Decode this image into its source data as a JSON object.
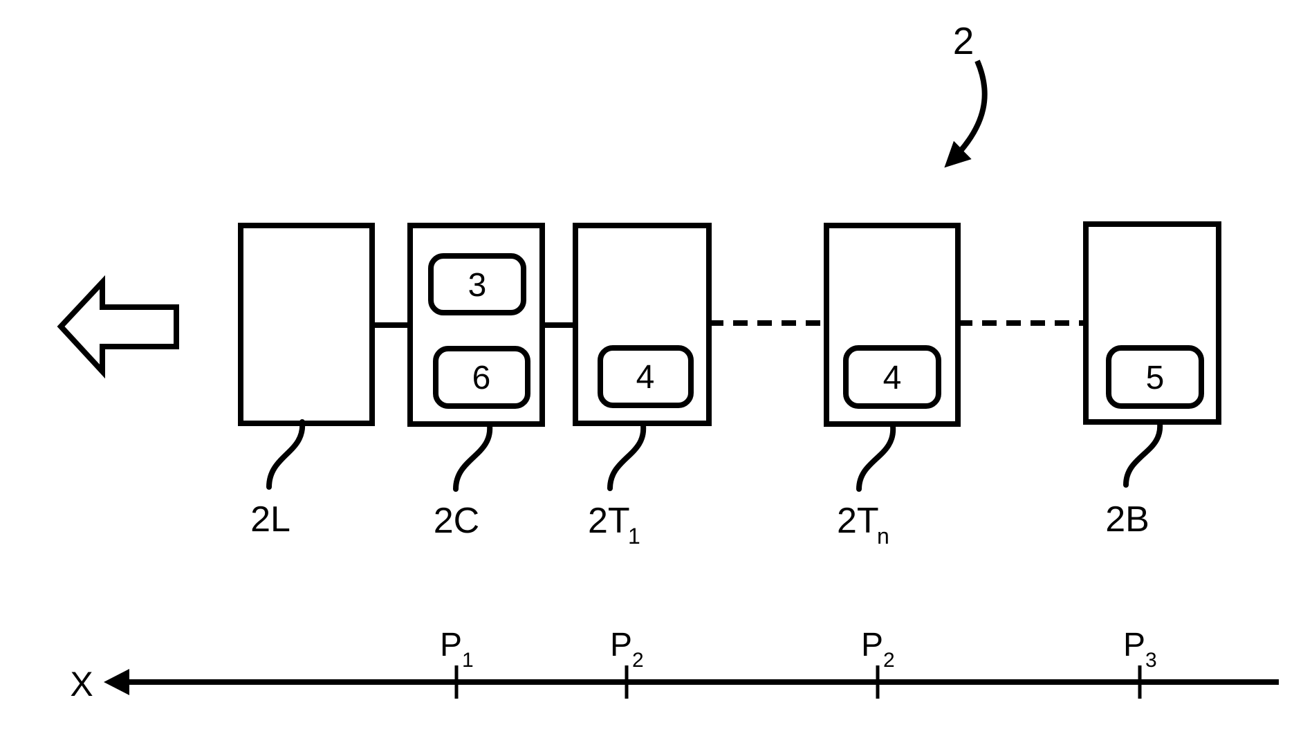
{
  "figure": {
    "reference_label": "2",
    "direction": "left",
    "ink_color": "#000000",
    "background_color": "#ffffff",
    "cars": [
      {
        "label": "2L",
        "inner": []
      },
      {
        "label": "2C",
        "inner": [
          "3",
          "6"
        ]
      },
      {
        "label": "2T",
        "sub": "1",
        "inner": [
          "4"
        ]
      },
      {
        "label": "2T",
        "sub": "n",
        "inner": [
          "4"
        ]
      },
      {
        "label": "2B",
        "inner": [
          "5"
        ]
      }
    ],
    "axis": {
      "label": "X",
      "ticks": [
        {
          "label": "P",
          "sub": "1"
        },
        {
          "label": "P",
          "sub": "2"
        },
        {
          "label": "P",
          "sub": "2"
        },
        {
          "label": "P",
          "sub": "3"
        }
      ]
    }
  }
}
